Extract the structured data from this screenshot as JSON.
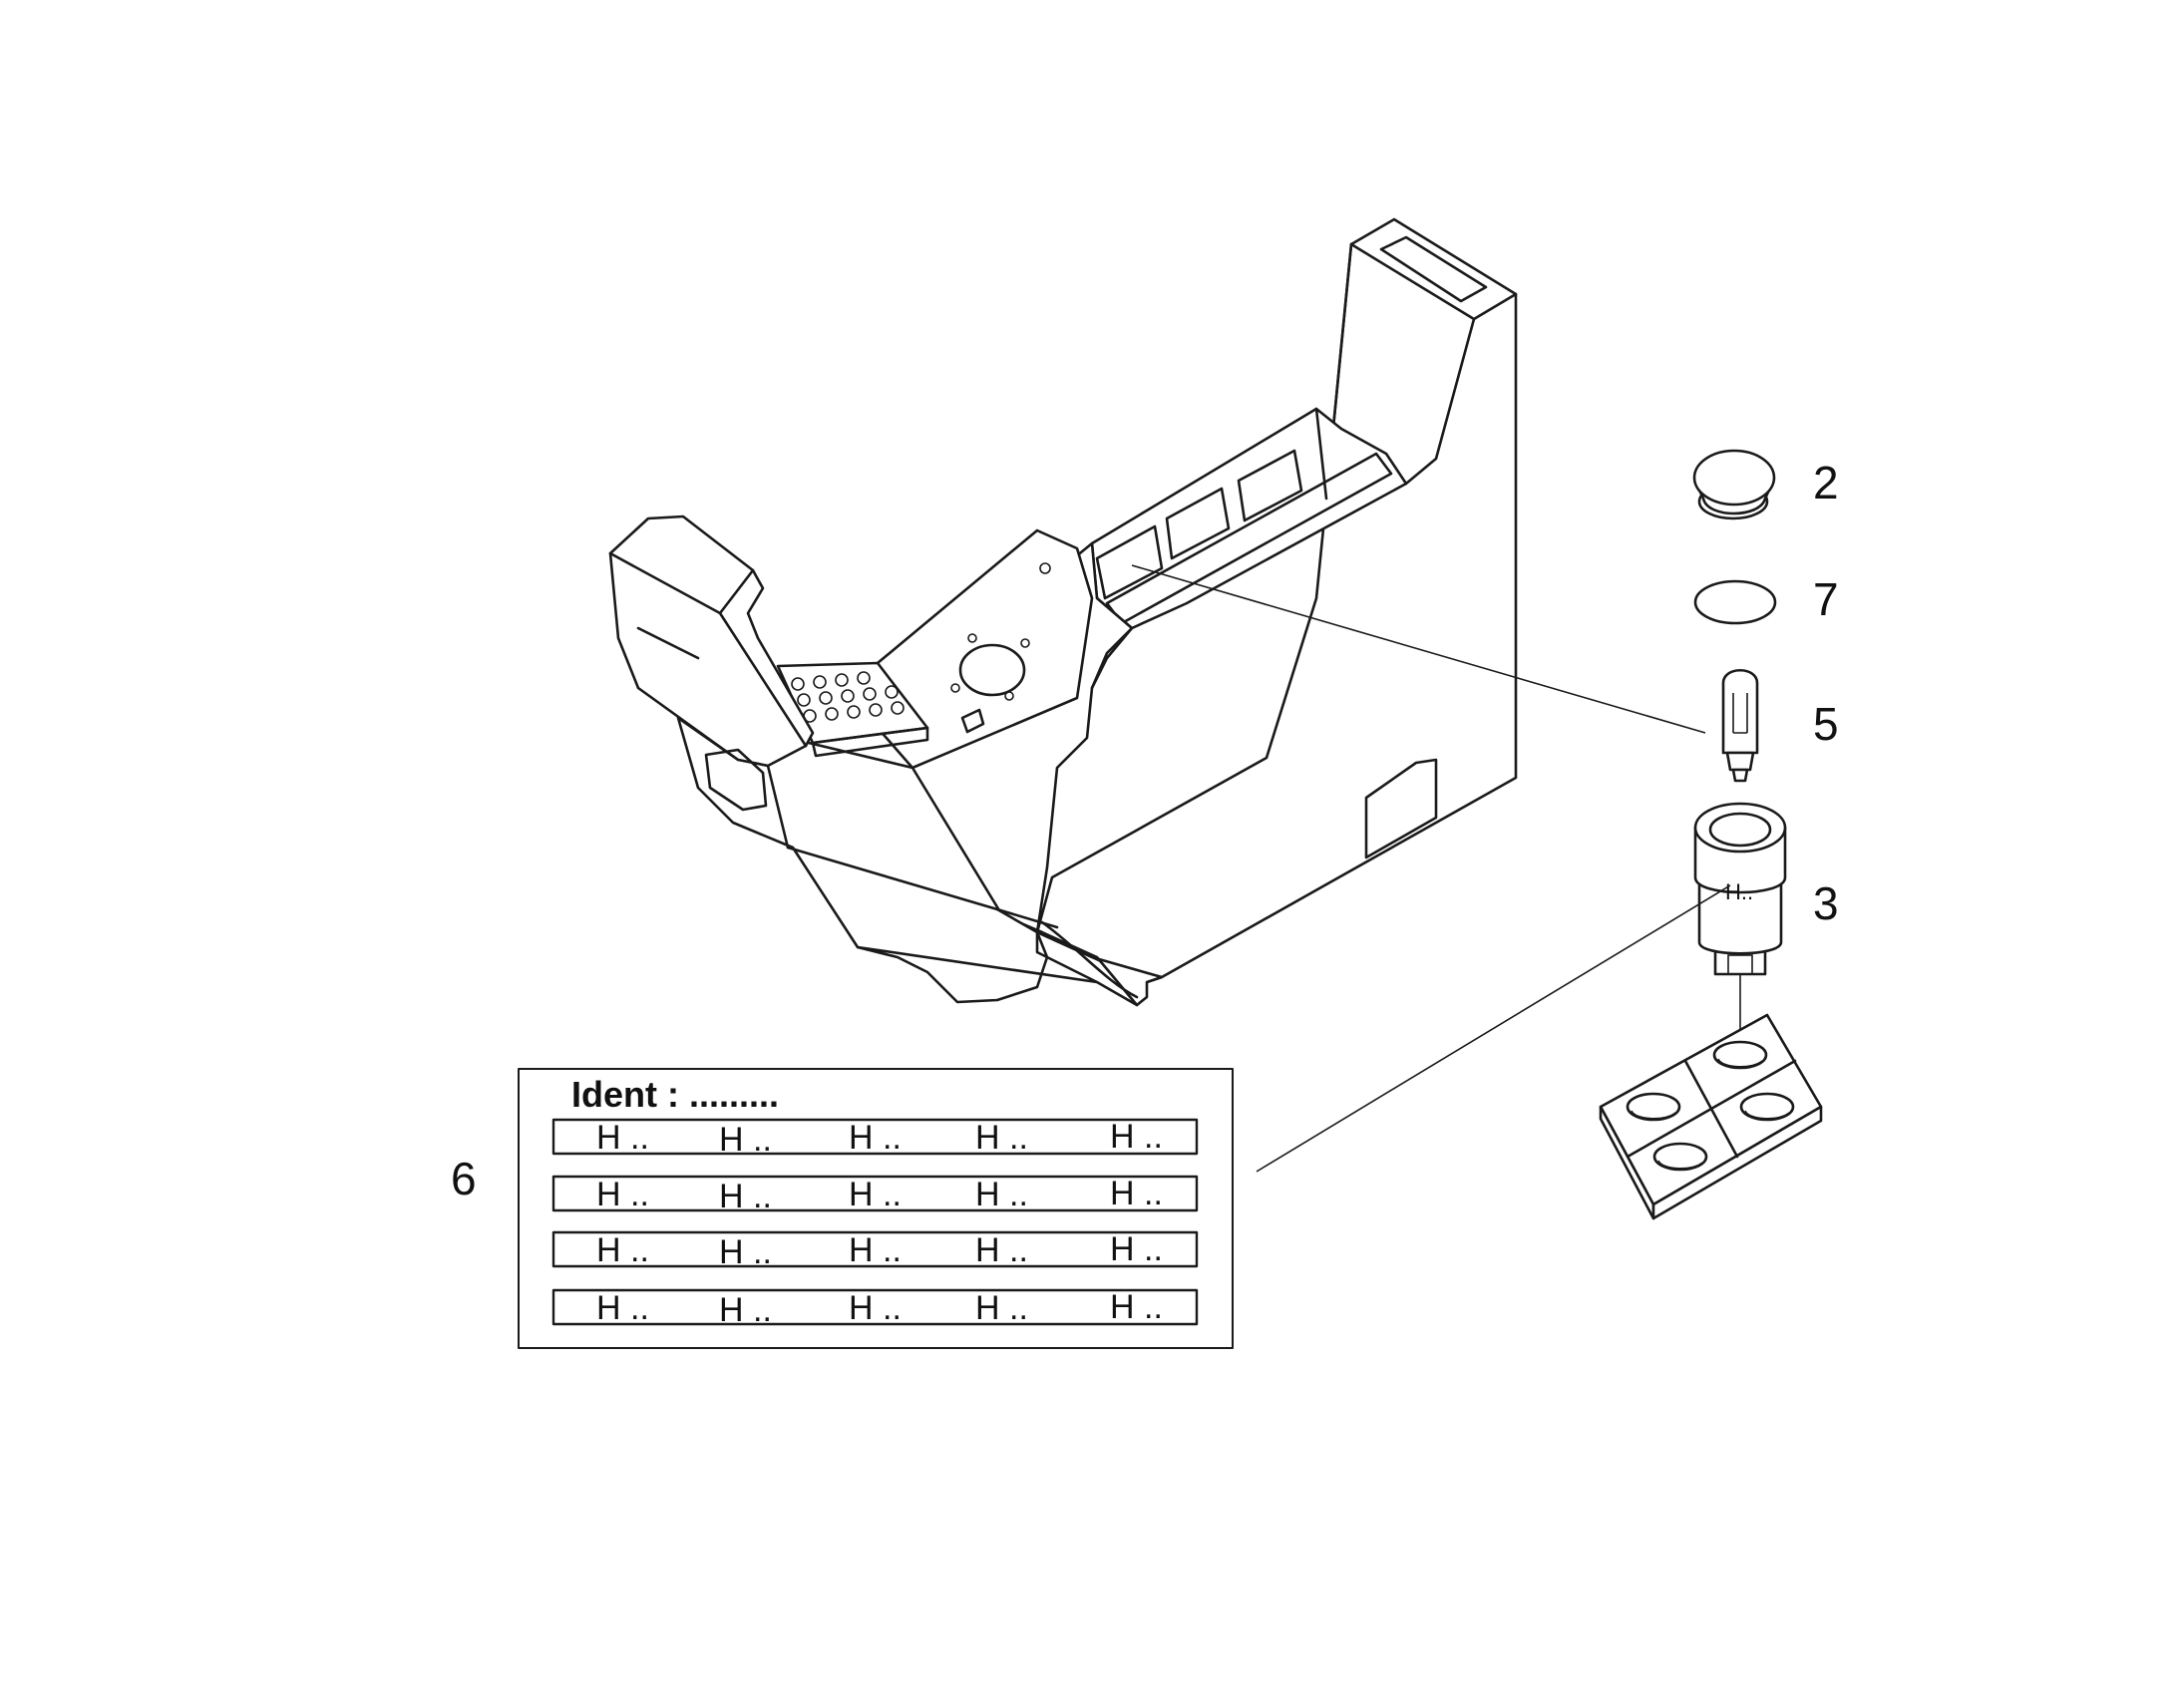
{
  "callouts": {
    "c2": "2",
    "c7": "7",
    "c5": "5",
    "c3": "3",
    "c6": "6"
  },
  "cylinder_mark": "H..",
  "ident_label": {
    "title": "Ident : .........",
    "rows": [
      [
        "H ..",
        "H ..",
        "H ..",
        "H ..",
        "H .."
      ],
      [
        "H ..",
        "H ..",
        "H ..",
        "H ..",
        "H .."
      ],
      [
        "H ..",
        "H ..",
        "H ..",
        "H ..",
        "H .."
      ],
      [
        "H ..",
        "H ..",
        "H ..",
        "H ..",
        "H .."
      ]
    ]
  }
}
